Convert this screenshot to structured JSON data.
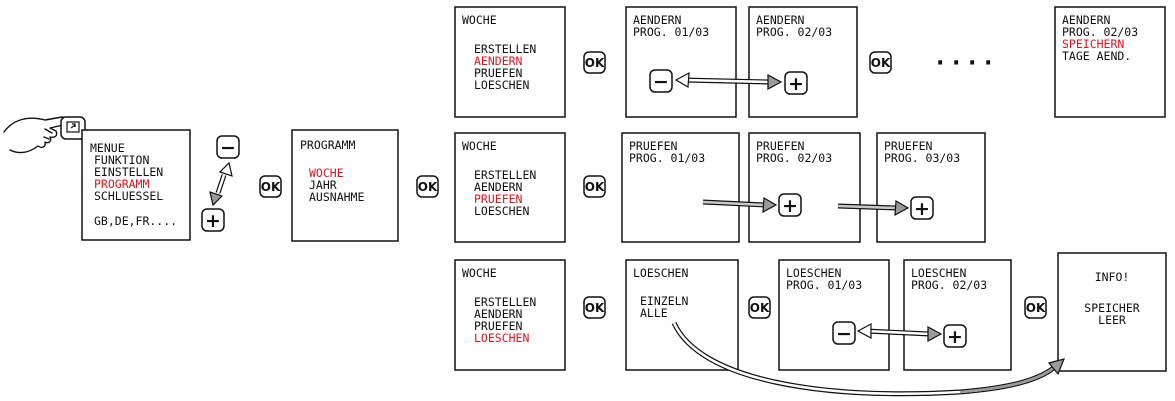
{
  "colors": {
    "highlight": "#e0141e",
    "text": "#111111",
    "border": "#111111",
    "arrow_fill": "#9a9a9a"
  },
  "icons": {
    "ok": "OK",
    "minus": "−",
    "plus": "+",
    "ellipsis": "· · · ·",
    "hand": "pointing-hand-icon",
    "menu_key": "menu-key-icon"
  },
  "screens": {
    "menu": {
      "lines": [
        "MENUE",
        "FUNKTION",
        "EINSTELLEN",
        "PROGRAMM",
        "SCHLUESSEL",
        "GB,DE,FR...."
      ],
      "highlight": 3
    },
    "programm": {
      "title": "PROGRAMM",
      "lines": [
        "WOCHE",
        "JAHR",
        "AUSNAHME"
      ],
      "highlight": 0
    },
    "woche_aendern": {
      "title": "WOCHE",
      "lines": [
        "ERSTELLEN",
        "AENDERN",
        "PRUEFEN",
        "LOESCHEN"
      ],
      "highlight": 1
    },
    "woche_pruefen": {
      "title": "WOCHE",
      "lines": [
        "ERSTELLEN",
        "AENDERN",
        "PRUEFEN",
        "LOESCHEN"
      ],
      "highlight": 2
    },
    "woche_loeschen": {
      "title": "WOCHE",
      "lines": [
        "ERSTELLEN",
        "AENDERN",
        "PRUEFEN",
        "LOESCHEN"
      ],
      "highlight": 3
    },
    "aendern_1": {
      "lines": [
        "AENDERN",
        "PROG. 01/03"
      ]
    },
    "aendern_2": {
      "lines": [
        "AENDERN",
        "PROG. 02/03"
      ]
    },
    "aendern_final": {
      "lines": [
        "AENDERN",
        "PROG. 02/03",
        "SPEICHERN",
        "TAGE AEND."
      ],
      "highlight": 2
    },
    "pruefen_1": {
      "lines": [
        "PRUEFEN",
        "PROG. 01/03"
      ]
    },
    "pruefen_2": {
      "lines": [
        "PRUEFEN",
        "PROG. 02/03"
      ]
    },
    "pruefen_3": {
      "lines": [
        "PRUEFEN",
        "PROG. 03/03"
      ]
    },
    "loeschen": {
      "title": "LOESCHEN",
      "lines": [
        "EINZELN",
        "ALLE"
      ]
    },
    "loeschen_1": {
      "lines": [
        "LOESCHEN",
        "PROG. 01/03"
      ]
    },
    "loeschen_2": {
      "lines": [
        "LOESCHEN",
        "PROG. 02/03"
      ]
    },
    "info": {
      "lines": [
        "INFO!",
        "",
        "SPEICHER",
        "LEER"
      ]
    }
  }
}
